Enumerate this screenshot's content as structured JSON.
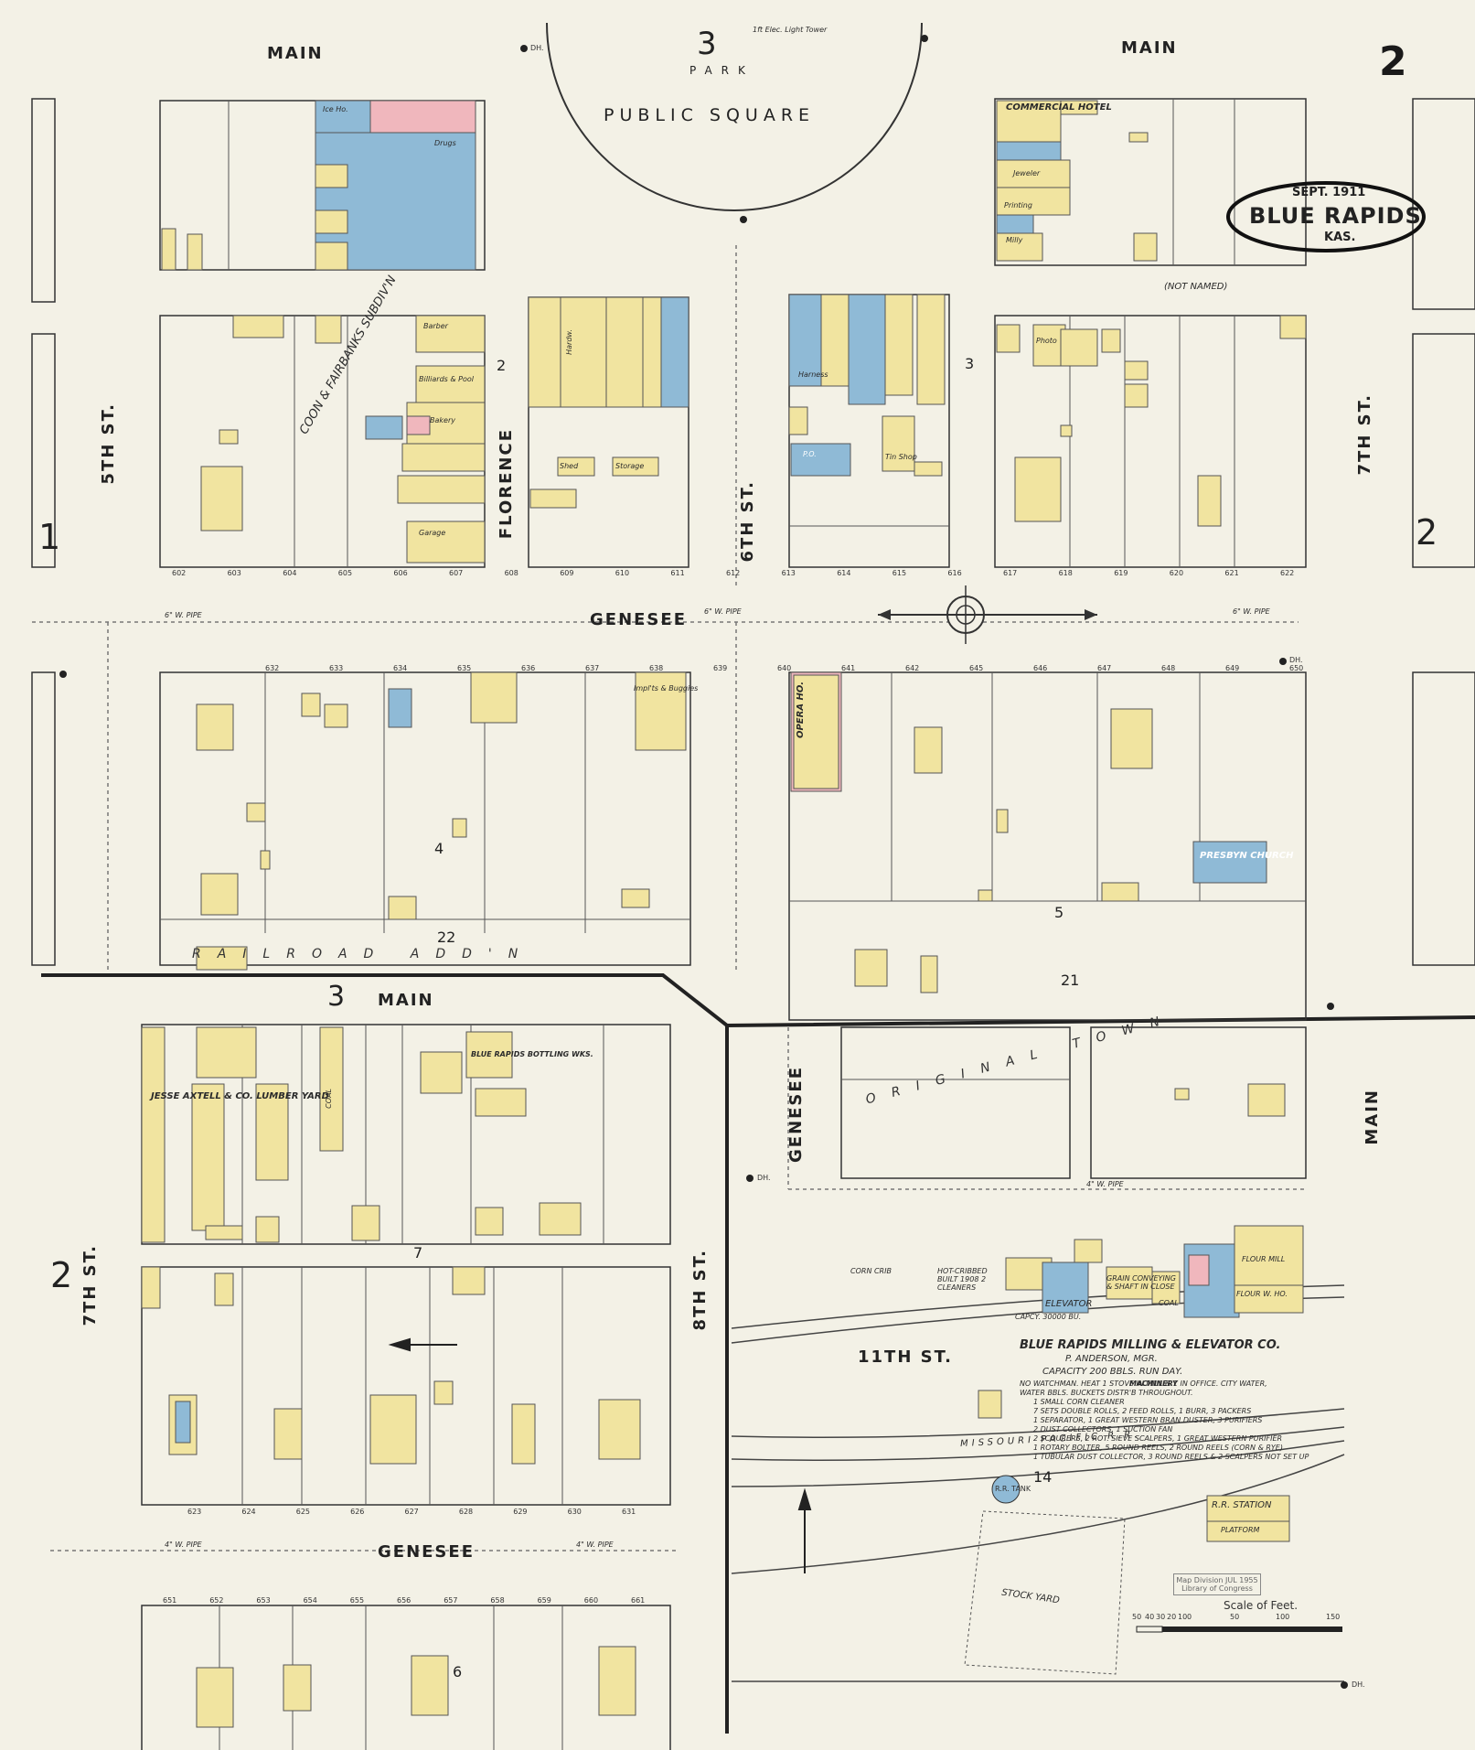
{
  "sheet": {
    "number": "2",
    "place": "BLUE RAPIDS",
    "state": "KAS.",
    "date": "SEPT. 1911",
    "edge_keys": [
      "1",
      "2",
      "2"
    ],
    "scale_label": "Scale of Feet.",
    "scale_ticks": [
      "50",
      "40",
      "30",
      "20",
      "10",
      "0",
      "50",
      "100",
      "150"
    ]
  },
  "streets": {
    "main": "MAIN",
    "florence": "FLORENCE",
    "genesee": "GENESEE",
    "fifth": "5TH ST.",
    "sixth": "6TH ST.",
    "seventh": "7TH ST.",
    "eighth": "8TH ST.",
    "eleventh": "11TH ST.",
    "not_named": "(NOT NAMED)",
    "rr": "MISSOURI PACIFIC R.R.",
    "coon_fairbanks": "COON & FAIRBANKS SUBDIV'N",
    "railroad_add": "RAILROAD ADD'N",
    "original_town": "ORIGINAL TOWN"
  },
  "places": {
    "park": "PARK",
    "public_square": "PUBLIC SQUARE",
    "light_tower": "1ft Elec. Light Tower",
    "commercial_hotel": "COMMERCIAL HOTEL",
    "opera_ho": "OPERA HO.",
    "presbyn_church": "PRESBYN CHURCH",
    "jesse": "JESSE AXTELL & CO. LUMBER YARD",
    "bottling": "BLUE RAPIDS BOTTLING WKS.",
    "elevator": "ELEVATOR",
    "flour_mill": "FLOUR MILL",
    "flour_wh": "FLOUR W. HO.",
    "rr_station": "R.R. STATION",
    "platform": "PLATFORM",
    "stock_yard": "STOCK YARD",
    "rr_tank": "R.R. TANK",
    "coal": "COAL",
    "coon_crib": "CORN CRIB",
    "garage": "Garage",
    "barber": "Barber",
    "bakery": "Bakery",
    "billiards": "Billiards & Pool",
    "ice_ho": "Ice Ho.",
    "drugs": "Drugs",
    "hardw": "Hardw.",
    "harness": "Harness",
    "po": "P.O.",
    "printing": "Printing",
    "jeweler": "Jeweler",
    "milly": "Milly",
    "photo": "Photo",
    "tin_shop": "Tin Shop",
    "storage": "Storage",
    "shed": "Shed",
    "impts": "Impl'ts & Buggies"
  },
  "milling": {
    "title": "BLUE RAPIDS MILLING & ELEVATOR CO.",
    "manager": "P. ANDERSON, MGR.",
    "capacity": "CAPACITY 200 BBLS. RUN DAY.",
    "notes": [
      "NO WATCHMAN. HEAT 1 STOVE IN MILL & 1 IN OFFICE. CITY WATER,",
      "WATER BBLS. BUCKETS DISTR'B THROUGHOUT.",
      "MACHINERY",
      "1 SMALL CORN CLEANER",
      "7 SETS DOUBLE ROLLS, 2 FEED ROLLS, 1 BURR, 3 PACKERS",
      "1 SEPARATOR, 1 GREAT WESTERN BRAN DUSTER, 3 PURIFIERS",
      "2 DUST COLLECTORS, 1 SUCTION FAN",
      "2 SCOURERS, 2 ROT. SIEVE SCALPERS, 1 GREAT WESTERN PURIFIER",
      "1 ROTARY BOLTER, 5 ROUND REELS, 2 ROUND REELS (CORN & RYE)",
      "1 TUBULAR DUST COLLECTOR, 3 ROUND REELS & 2 SCALPERS NOT SET UP"
    ],
    "hot_cribbed": "HOT-CRIBBED BUILT 1908 2 CLEANERS",
    "grain_conveying": "GRAIN CONVEYING & SHAFT IN CLOSE",
    "capy": "CAPCY. 30000 BU."
  },
  "blocks": [
    "2",
    "3",
    "4",
    "5",
    "6",
    "7",
    "14",
    "21",
    "22"
  ],
  "lots_top_row": [
    "602",
    "603",
    "604",
    "605",
    "606",
    "607",
    "608",
    "609",
    "610",
    "611",
    "612",
    "613",
    "614",
    "615",
    "616",
    "617",
    "618",
    "619",
    "620",
    "621",
    "622"
  ],
  "lots_mid_row": [
    "632",
    "633",
    "634",
    "635",
    "636",
    "637",
    "638",
    "639",
    "640",
    "641",
    "642",
    "645",
    "646",
    "647",
    "648",
    "649",
    "650"
  ],
  "lots_lower_row": [
    "623",
    "624",
    "625",
    "626",
    "627",
    "628",
    "629",
    "630",
    "631"
  ],
  "lots_bottom_row": [
    "651",
    "652",
    "653",
    "654",
    "655",
    "656",
    "657",
    "658",
    "659",
    "660",
    "661"
  ],
  "misc": {
    "dh": "DH.",
    "pipe": "6\" W. PIPE",
    "pipe4": "4\" W. PIPE",
    "stamp": "Map Division JUL 1955 Library of Congress"
  }
}
